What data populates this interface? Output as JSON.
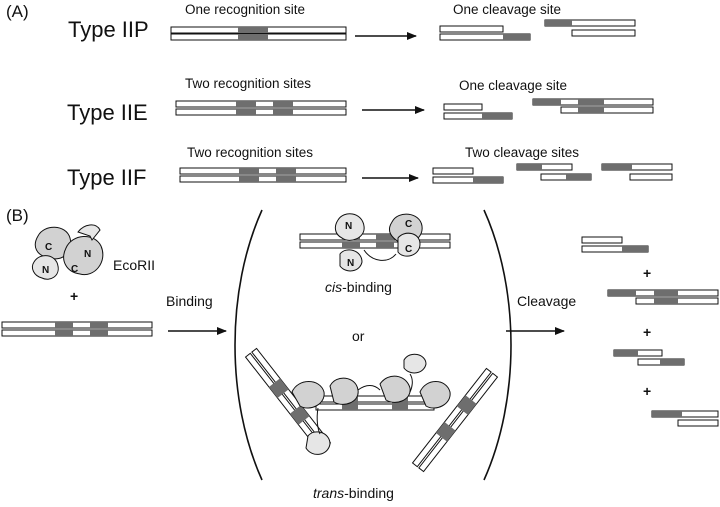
{
  "panels": {
    "a": "(A)",
    "b": "(B)"
  },
  "types": [
    {
      "name": "Type IIP",
      "recognition": "One recognition site",
      "cleavage": "One cleavage site"
    },
    {
      "name": "Type IIE",
      "recognition": "Two recognition sites",
      "cleavage": "One cleavage site"
    },
    {
      "name": "Type IIF",
      "recognition": "Two recognition sites",
      "cleavage": "Two cleavage sites"
    }
  ],
  "panel_b": {
    "enzyme": "EcoRII",
    "plus": "+",
    "binding": "Binding",
    "cis_prefix": "cis",
    "cis_suffix": "-binding",
    "or": "or",
    "trans_prefix": "trans",
    "trans_suffix": "-binding",
    "cleavage": "Cleavage",
    "domains": {
      "n": "N",
      "c": "C"
    }
  },
  "colors": {
    "site": "#6e6e6e",
    "strand_fill": "#ffffff",
    "stroke": "#111111",
    "protein": "#cfcfcf"
  }
}
